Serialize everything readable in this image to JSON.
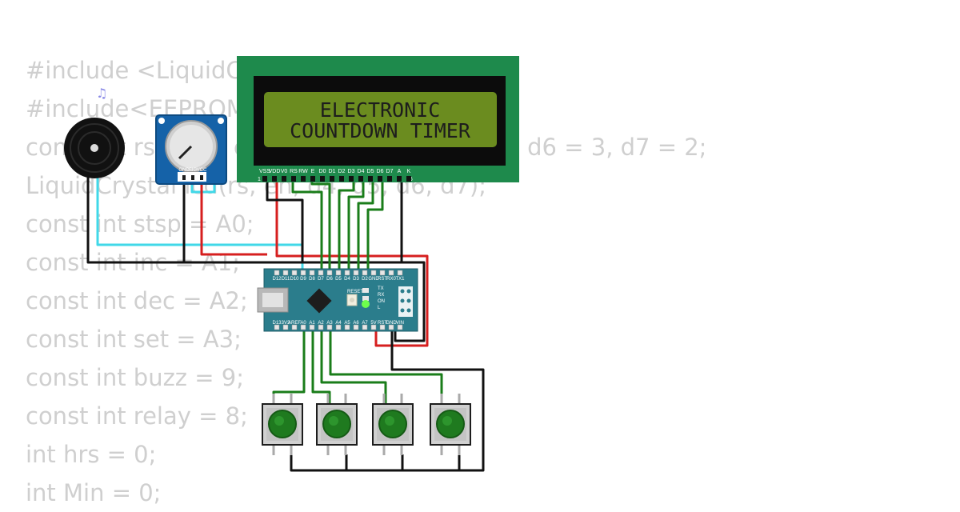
{
  "code_lines": [
    "#include <LiquidCrystal.h>",
    "#include<EEPROM.h>",
    "const int rs = 12, en = 11, d4 = 5, d5 = 4, d6 = 3, d7 = 2;",
    "LiquidCrystal lcd(rs, en, d4, d5, d6, d7);",
    "const int stsp = A0;",
    "const int inc = A1;",
    "const int dec = A2;",
    "const int set = A3;",
    "const int buzz = 9;",
    "const int relay = 8;",
    "int hrs = 0;",
    "int Min = 0;"
  ],
  "lcd": {
    "line1": "ELECTRONIC",
    "line2": "COUNTDOWN TIMER",
    "pin_labels": [
      "VSS",
      "VDD",
      "V0",
      "RS",
      "RW",
      "E",
      "D0",
      "D1",
      "D2",
      "D3",
      "D4",
      "D5",
      "D6",
      "D7",
      "A",
      "K"
    ],
    "pin_first": "1",
    "pin_last": "16"
  },
  "potentiometer": {
    "pin_labels": [
      "GND",
      "SIG",
      "VCC"
    ]
  },
  "buzzer": {
    "icon": "music-note-icon"
  },
  "arduino": {
    "top_pins": [
      "D12",
      "D11",
      "D10",
      "D9",
      "D8",
      "D7",
      "D6",
      "D5",
      "D4",
      "D3",
      "D2",
      "GND",
      "RST",
      "RX0",
      "TX1"
    ],
    "bottom_pins": [
      "D13",
      "3V3",
      "AREF",
      "A0",
      "A1",
      "A2",
      "A3",
      "A4",
      "A5",
      "A6",
      "A7",
      "5V",
      "RST",
      "GND",
      "VIN"
    ],
    "reset_label": "RESET",
    "led_labels": [
      "TX",
      "RX",
      "ON",
      "L"
    ]
  },
  "colors": {
    "board": "#2b7d8c",
    "lcd_bezel": "#1e8a4c",
    "lcd_screen": "#6b8c1f",
    "wire_green": "#1a7d1a",
    "wire_red": "#d61f1f",
    "wire_cyan": "#41d8e8",
    "wire_black": "#111111"
  }
}
